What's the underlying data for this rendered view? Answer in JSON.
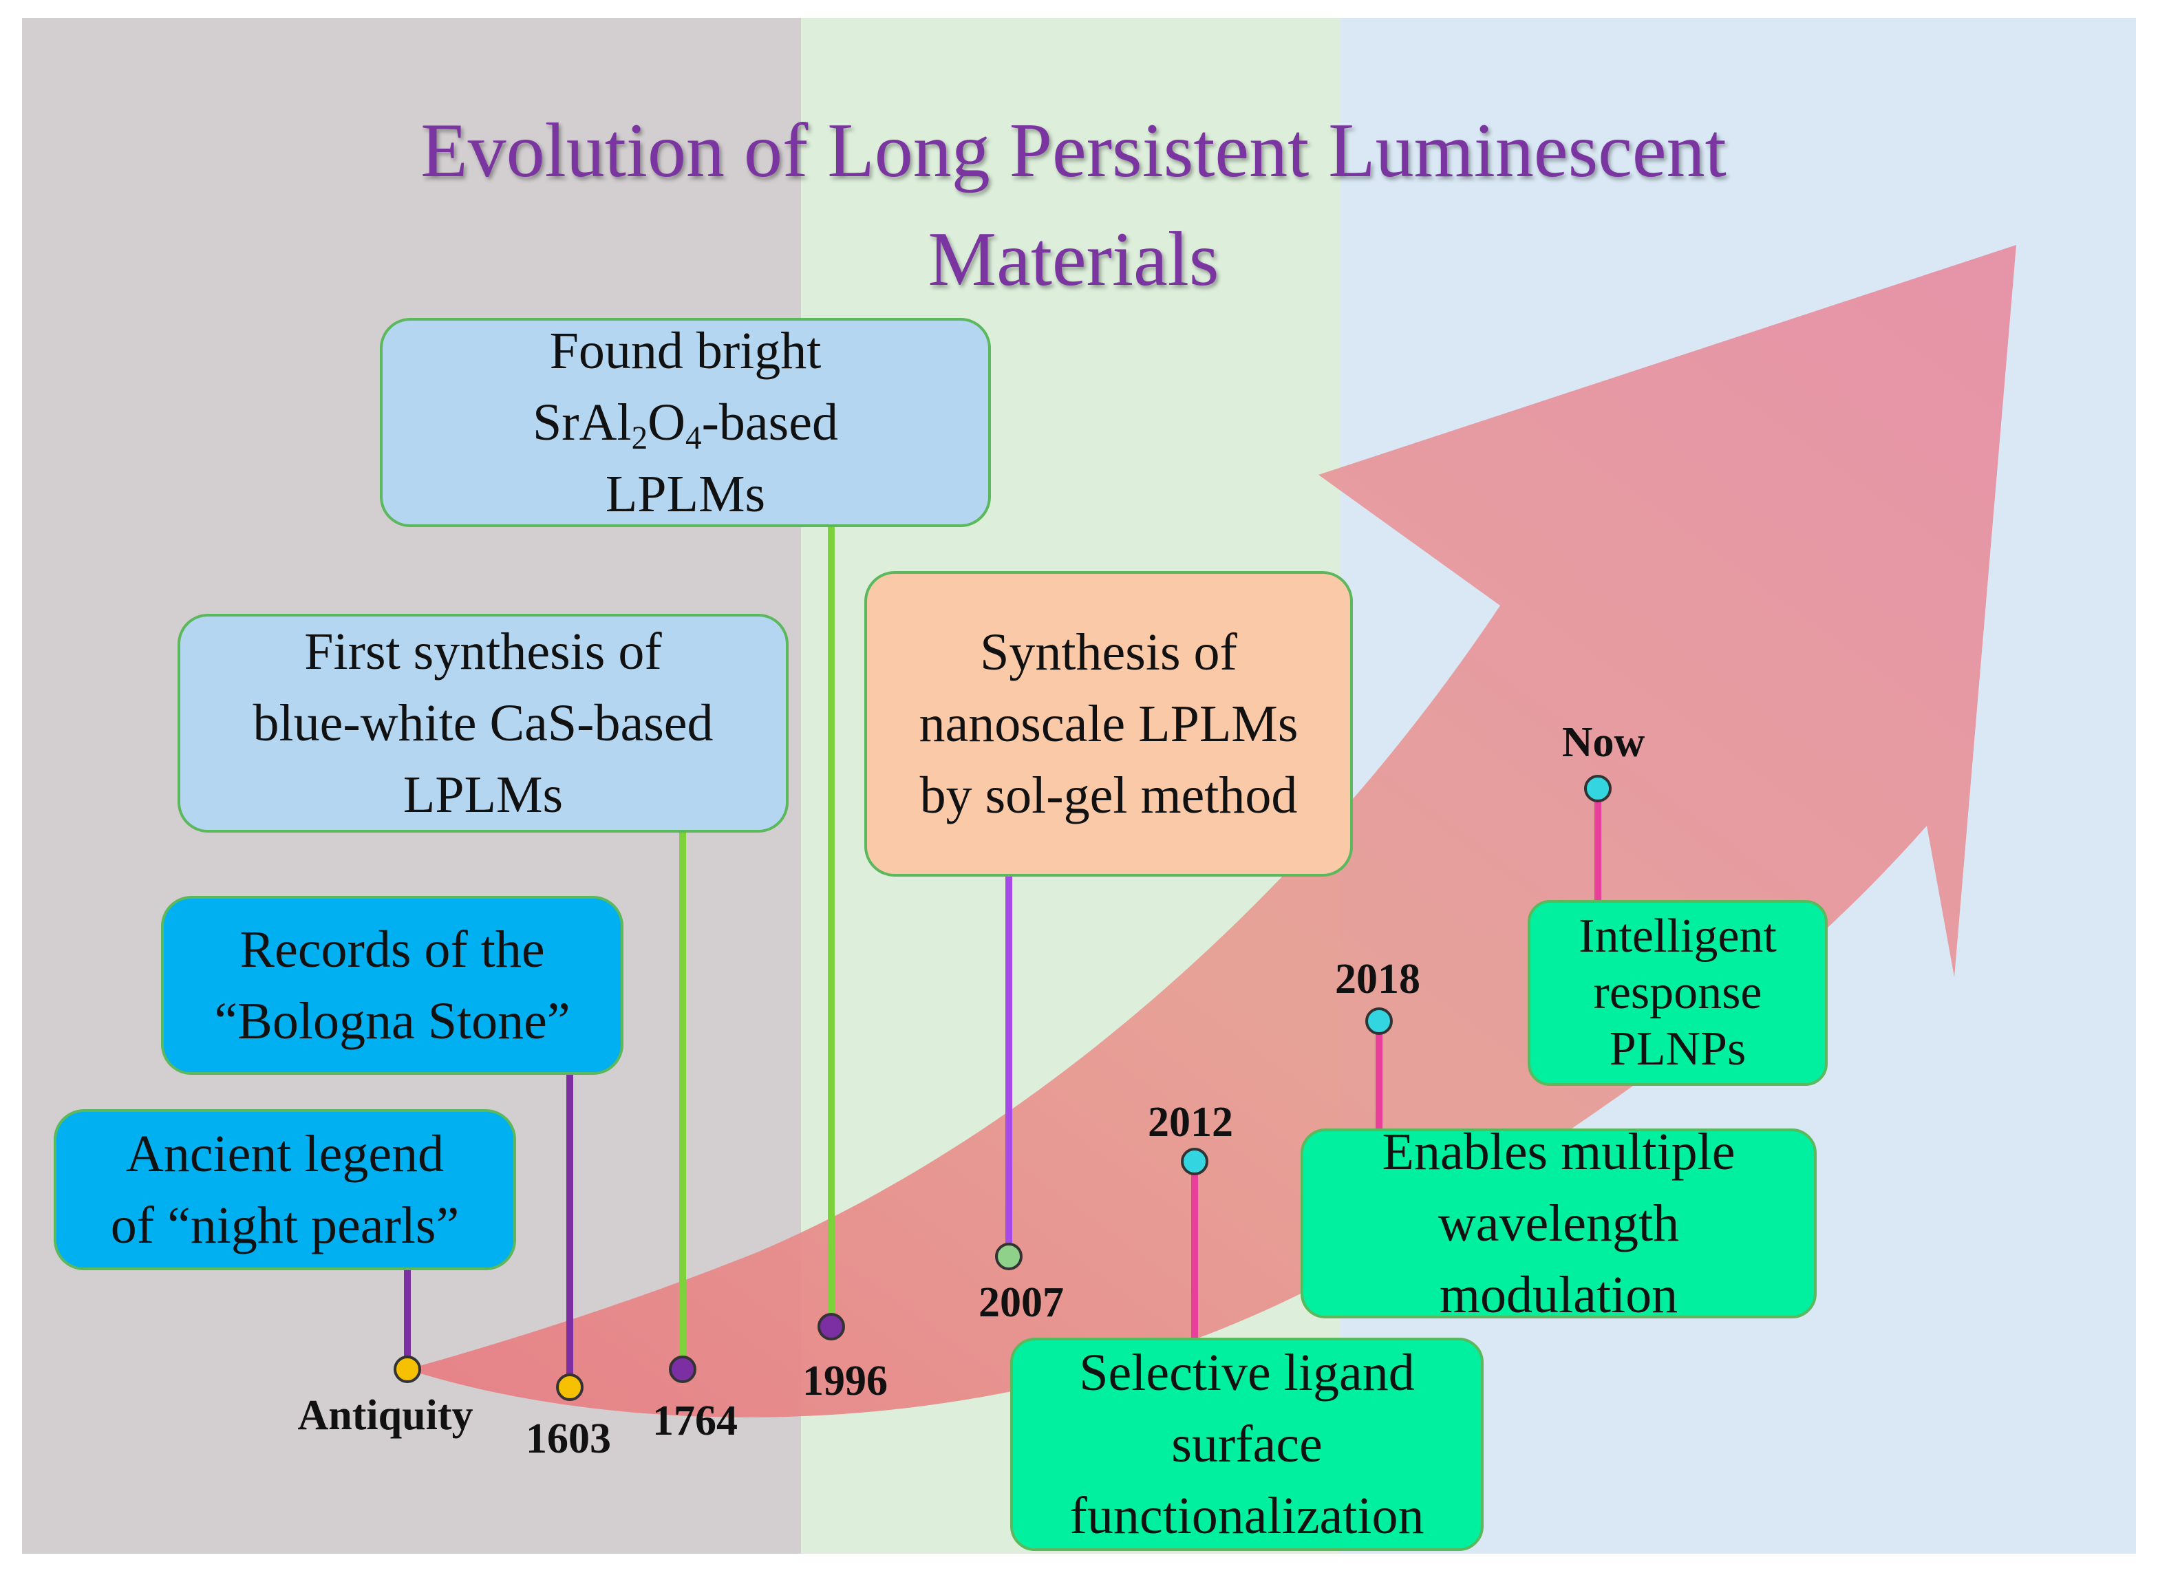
{
  "title": {
    "line1": "Evolution of Long Persistent Luminescent",
    "line2": "Materials"
  },
  "colors": {
    "era_ancient": "#d3cfd1",
    "era_modern": "#ddeedb",
    "era_nano": "#d9e8f4",
    "title": "#7a35a1",
    "arrow": "#e88a94",
    "box_border": "#5cb85c"
  },
  "events": [
    {
      "year": "Antiquity",
      "lines": [
        "Ancient legend",
        "of “night pearls”"
      ]
    },
    {
      "year": "1603",
      "lines": [
        "Records of the",
        "“Bologna Stone”"
      ]
    },
    {
      "year": "1764",
      "lines": [
        "First synthesis of",
        "blue-white CaS-based",
        "LPLMs"
      ]
    },
    {
      "year": "1996",
      "lines": [
        "Found bright",
        "SrAl2O4-based",
        "LPLMs"
      ],
      "formula": {
        "prefix": "SrAl",
        "sub1": "2",
        "mid": "O",
        "sub2": "4",
        "suffix": "-based"
      }
    },
    {
      "year": "2007",
      "lines": [
        "Synthesis of",
        "nanoscale LPLMs",
        "by sol-gel method"
      ]
    },
    {
      "year": "2012",
      "lines": [
        "Selective ligand",
        "surface",
        "functionalization"
      ]
    },
    {
      "year": "2018",
      "lines": [
        "Enables multiple",
        "wavelength",
        "modulation"
      ]
    },
    {
      "year": "Now",
      "lines": [
        "Intelligent",
        "response",
        "PLNPs"
      ]
    }
  ]
}
